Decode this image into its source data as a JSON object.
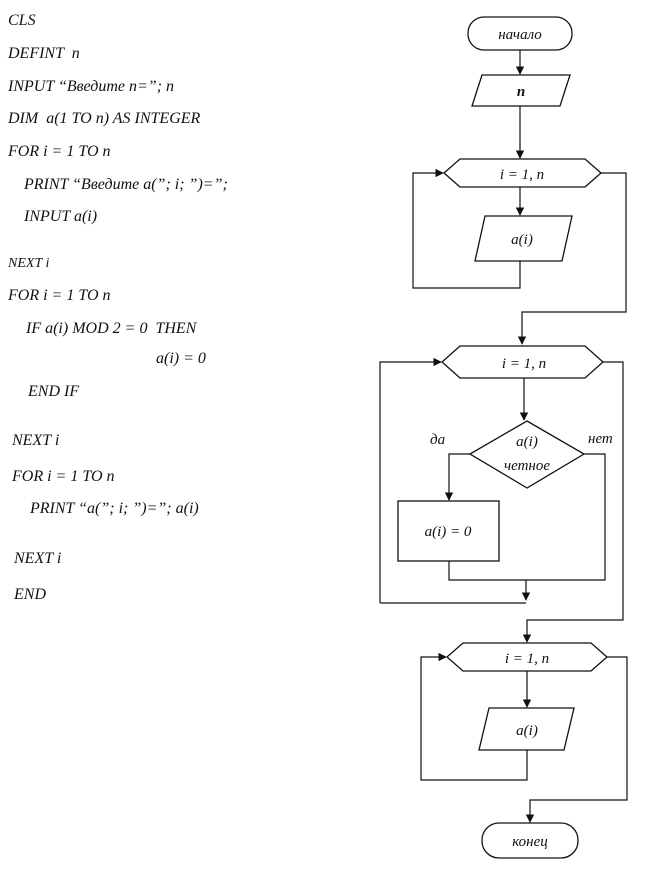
{
  "code": {
    "lines": [
      "CLS",
      "DEFINT  n",
      "INPUT “Введите n=”; n",
      "DIM  a(1 TO n) AS INTEGER",
      "FOR i = 1 TO n",
      "PRINT “Введите a(”; i; ”)=”;",
      "INPUT a(i)",
      "NEXT i",
      "FOR i = 1 TO n",
      "IF a(i) MOD 2 = 0  THEN",
      "a(i) = 0",
      "END IF",
      "NEXT i",
      "FOR i = 1 TO n",
      "PRINT “a(”; i; ”)=”; a(i)",
      "NEXT i",
      "END"
    ]
  },
  "flowchart": {
    "start": "начало",
    "input_n": "n",
    "loop1": "i = 1, n",
    "input_ai": "a(i)",
    "loop2": "i = 1, n",
    "cond_line1": "a(i)",
    "cond_line2": "четное",
    "yes": "да",
    "no": "нет",
    "assign": "a(i) = 0",
    "loop3": "i = 1, n",
    "output_ai": "a(i)",
    "end": "конец"
  }
}
